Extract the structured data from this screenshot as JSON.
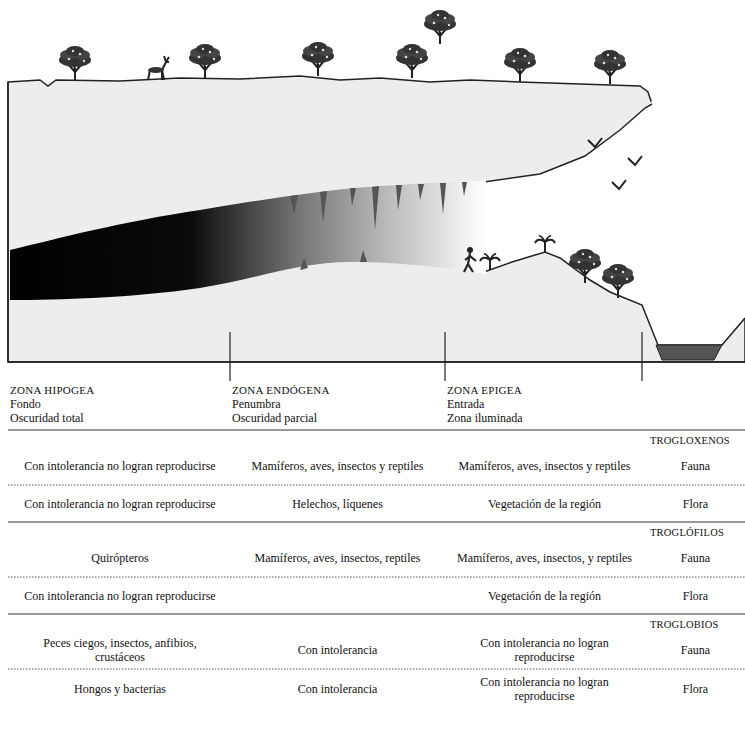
{
  "diagram": {
    "labels": [
      "ZONA HIPOGEA",
      "Fondo",
      "Oscuridad total",
      "ZONA ENDÓGENA",
      "Penumbra",
      "Oscuridad parcial",
      "ZONA EPIGEA",
      "Entrada",
      "Zona iluminada",
      "TROGLOXENOS",
      "Con intolerancia no logran reproducirse",
      "Mamíferos, aves, insectos y reptiles",
      "Mamíferos, aves, insectos y reptiles",
      "Fauna",
      "Con intolerancia no logran reproducirse",
      "Helechos, líquenes",
      "Vegetación de la región",
      "Flora",
      "TROGLÓFILOS",
      "Quirópteros",
      "Mamíferos, aves, insectos, reptiles",
      "Mamíferos, aves, insectos, y reptiles",
      "Fauna",
      "Con intolerancia no logran reproducirse",
      "Vegetación de la región",
      "Flora",
      "TROGLOBIOS",
      "Peces ciegos, insectos, anfibios, crustáceos",
      "Con intolerancia",
      "Con intolerancia no logran reproducirse",
      "Fauna",
      "Hongos y bacterias",
      "Con intolerancia",
      "Con intolerancia no logran reproducirse",
      "Flora"
    ]
  }
}
